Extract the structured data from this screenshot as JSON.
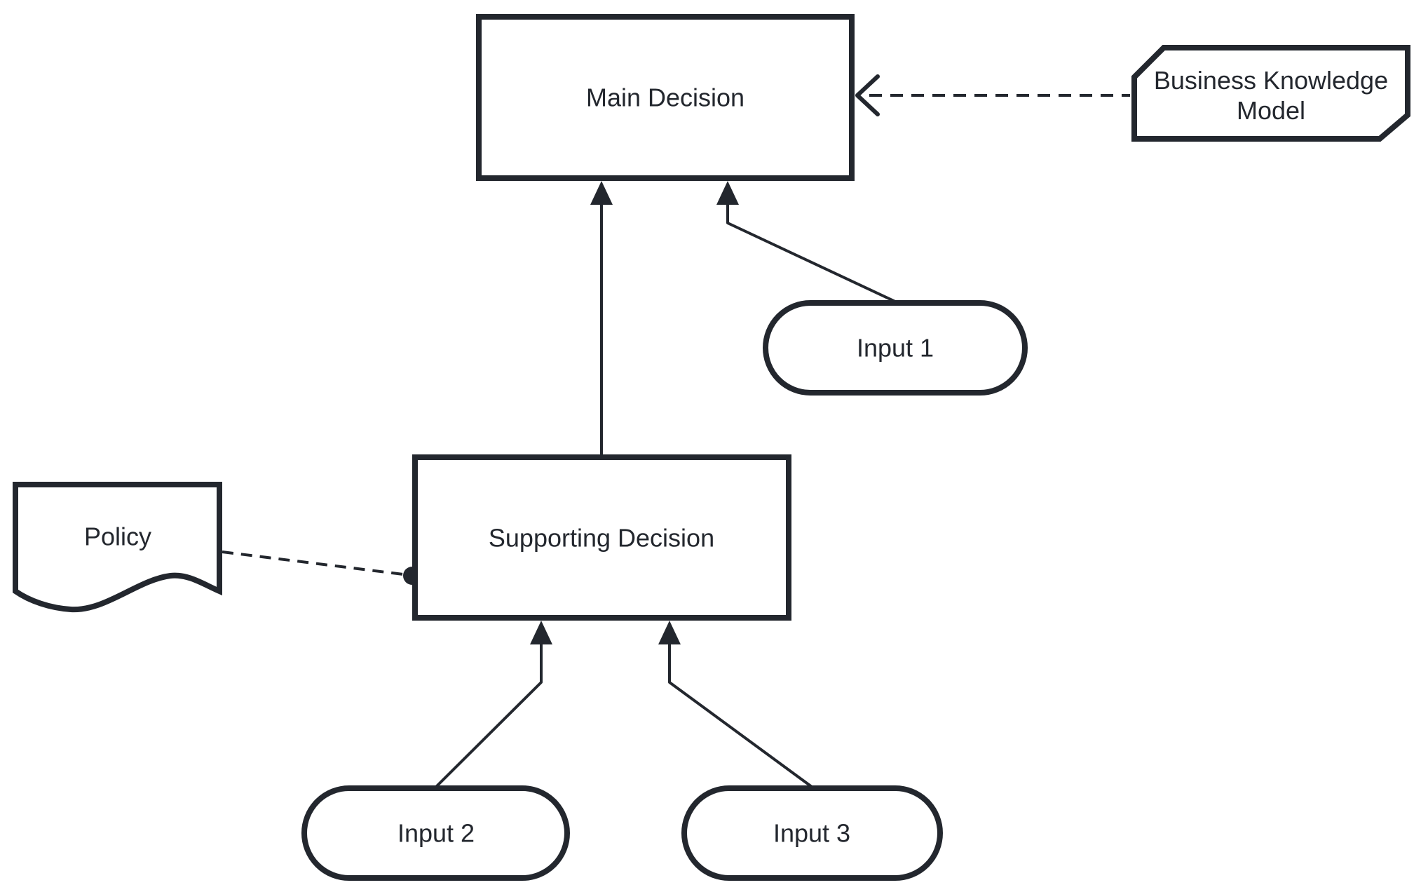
{
  "diagram": {
    "background": "#ffffff",
    "stroke_color": "#23272e",
    "node_fill": "#ffffff",
    "nodes": {
      "main_decision": {
        "label": "Main Decision",
        "shape": "rectangle"
      },
      "supporting_decision": {
        "label": "Supporting Decision",
        "shape": "rectangle"
      },
      "business_knowledge_model": {
        "label": "Business Knowledge Model",
        "shape": "clipped-corner-rectangle"
      },
      "policy": {
        "label": "Policy",
        "shape": "document"
      },
      "input_1": {
        "label": "Input 1",
        "shape": "stadium"
      },
      "input_2": {
        "label": "Input 2",
        "shape": "stadium"
      },
      "input_3": {
        "label": "Input 3",
        "shape": "stadium"
      }
    },
    "connectors": [
      {
        "from": "Supporting Decision",
        "to": "Main Decision",
        "style": "solid",
        "end": "filled-arrow"
      },
      {
        "from": "Input 1",
        "to": "Main Decision",
        "style": "solid",
        "end": "filled-arrow"
      },
      {
        "from": "Input 2",
        "to": "Supporting Decision",
        "style": "solid",
        "end": "filled-arrow"
      },
      {
        "from": "Input 3",
        "to": "Supporting Decision",
        "style": "solid",
        "end": "filled-arrow"
      },
      {
        "from": "Business Knowledge Model",
        "to": "Main Decision",
        "style": "dashed",
        "end": "open-arrow"
      },
      {
        "from": "Policy",
        "to": "Supporting Decision",
        "style": "dashed",
        "end": "filled-circle"
      }
    ]
  }
}
